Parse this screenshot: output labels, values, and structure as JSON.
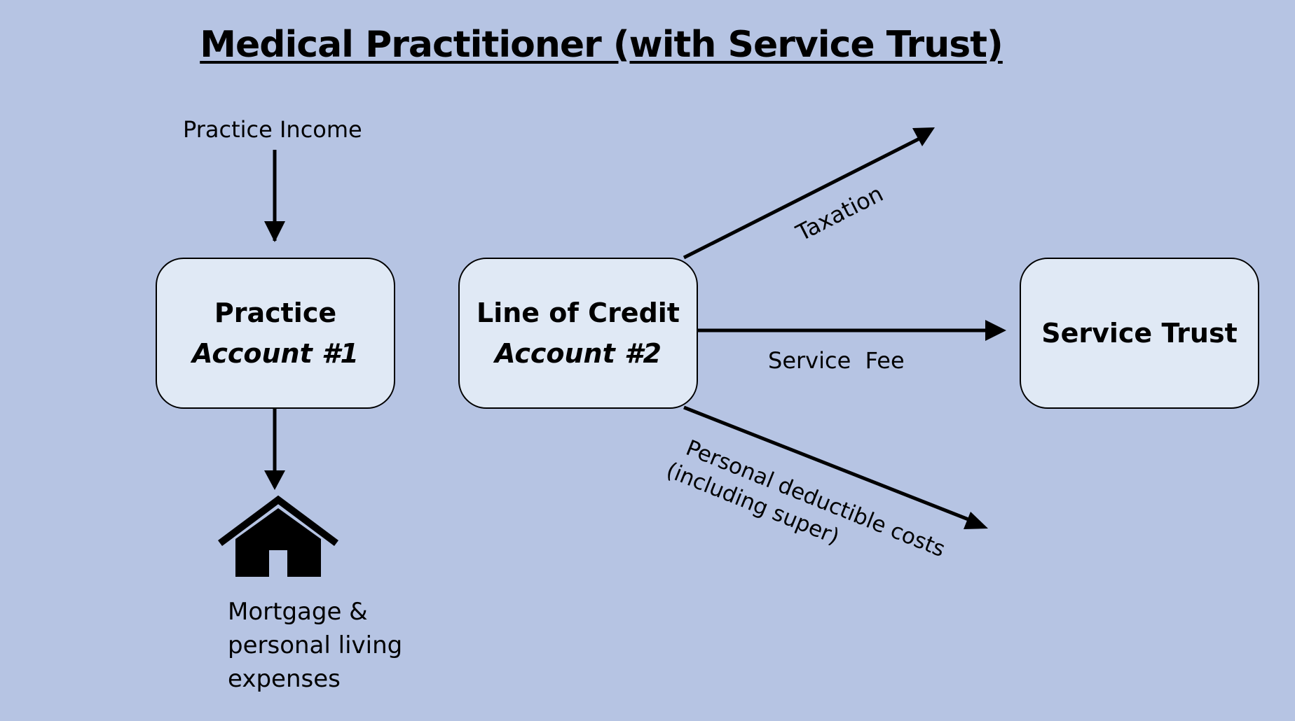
{
  "title": "Medical Practitioner (with Service Trust)",
  "nodes": {
    "practice_account": {
      "line1": "Practice",
      "line2": "Account #1"
    },
    "line_of_credit": {
      "line1": "Line of Credit",
      "line2": "Account #2"
    },
    "service_trust": {
      "line1": "Service Trust"
    }
  },
  "labels": {
    "practice_income": "Practice Income",
    "taxation": "Taxation",
    "service_fee": "Service  Fee",
    "personal_deductible_line1": "Personal deductible costs",
    "personal_deductible_line2": "(including super)",
    "expenses_line1": "Mortgage &",
    "expenses_line2": "personal living",
    "expenses_line3": "expenses"
  },
  "icons": {
    "house": "house-icon"
  },
  "colors": {
    "background": "#b6c4e3",
    "box_fill": "#e0e9f5",
    "stroke": "#000000"
  }
}
